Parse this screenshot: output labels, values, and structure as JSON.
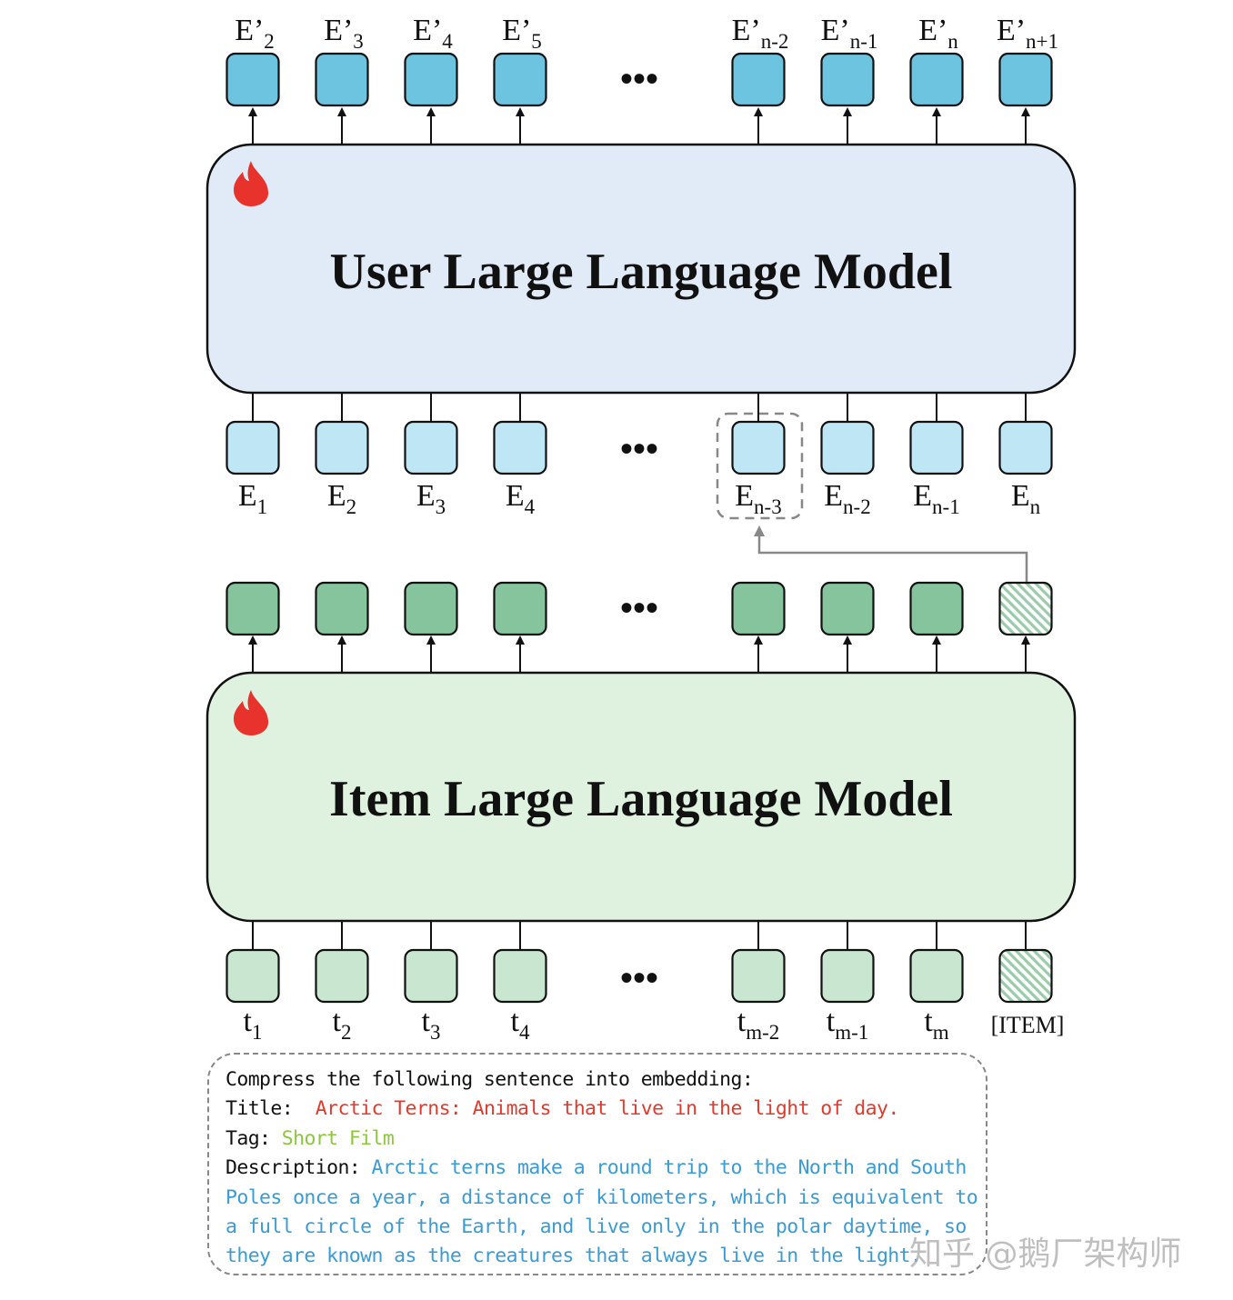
{
  "user_model": {
    "title": "User Large Language Model"
  },
  "item_model": {
    "title": "Item Large Language Model"
  },
  "ellipsis": "•••",
  "user_outputs": [
    {
      "base": "E’",
      "sub": "2"
    },
    {
      "base": "E’",
      "sub": "3"
    },
    {
      "base": "E’",
      "sub": "4"
    },
    {
      "base": "E’",
      "sub": "5"
    },
    {
      "base": "E’",
      "sub": "n-2"
    },
    {
      "base": "E’",
      "sub": "n-1"
    },
    {
      "base": "E’",
      "sub": "n"
    },
    {
      "base": "E’",
      "sub": "n+1"
    }
  ],
  "user_inputs": [
    {
      "base": "E",
      "sub": "1"
    },
    {
      "base": "E",
      "sub": "2"
    },
    {
      "base": "E",
      "sub": "3"
    },
    {
      "base": "E",
      "sub": "4"
    },
    {
      "base": "E",
      "sub": "n-3"
    },
    {
      "base": "E",
      "sub": "n-2"
    },
    {
      "base": "E",
      "sub": "n-1"
    },
    {
      "base": "E",
      "sub": "n"
    }
  ],
  "item_inputs": [
    {
      "base": "t",
      "sub": "1"
    },
    {
      "base": "t",
      "sub": "2"
    },
    {
      "base": "t",
      "sub": "3"
    },
    {
      "base": "t",
      "sub": "4"
    },
    {
      "base": "t",
      "sub": "m-2"
    },
    {
      "base": "t",
      "sub": "m-1"
    },
    {
      "base": "t",
      "sub": "m"
    }
  ],
  "item_token_label": "[ITEM]",
  "prompt": {
    "instruction": "Compress the following sentence into embedding:",
    "title_key": "Title:",
    "title_value": "Arctic Terns: Animals that live in the light of day.",
    "tag_key": "Tag:",
    "tag_value": "Short Film",
    "description_key": "Description:",
    "description_line1": "Arctic terns make a round trip to the North and South",
    "description_line2": "Poles once a year, a distance of kilometers, which is equivalent to",
    "description_line3": "a full circle of the Earth, and live only in the polar daytime, so",
    "description_line4": "they are known as the creatures that always live in the light."
  },
  "watermark": "知乎 @鹅厂架构师",
  "colors": {
    "user_model_fill": "#e0ebf7",
    "item_model_fill": "#dff2df",
    "user_output_token": "#6cc4e0",
    "user_input_token": "#bfe6f4",
    "item_output_token": "#86c49d",
    "item_input_token": "#c8e6d0",
    "title_text": "#e23a2c",
    "tag_text": "#8dc63f",
    "description_text": "#3a9bd5",
    "flame": "#e8332d"
  }
}
